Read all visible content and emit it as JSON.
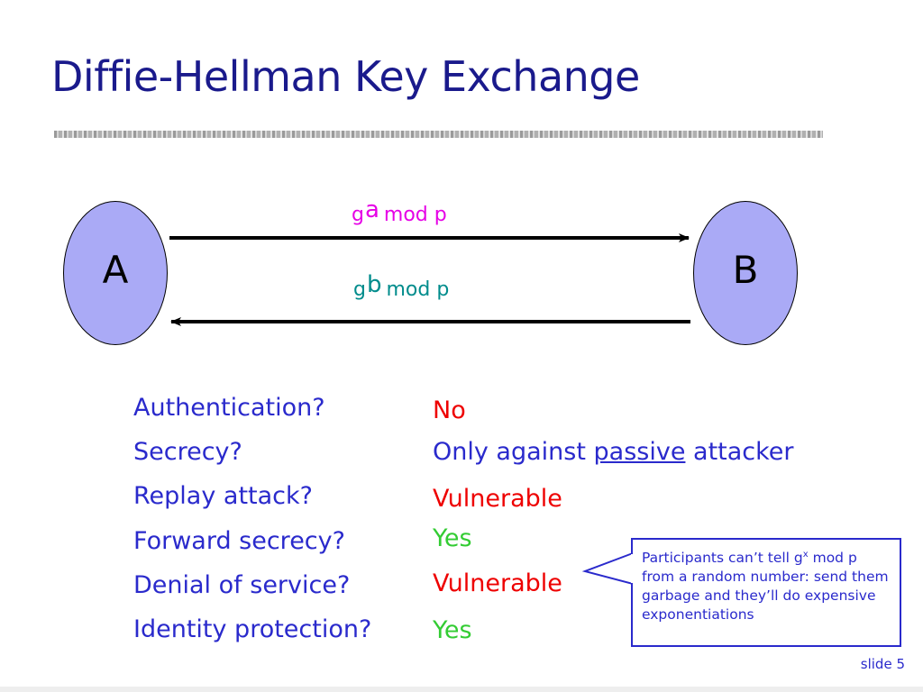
{
  "title": "Diffie-Hellman Key Exchange",
  "nodes": {
    "a": "A",
    "b": "B"
  },
  "messages": {
    "a_to_b": {
      "base": "g",
      "exp": "a",
      "rest": "mod p",
      "color": "#e600e6"
    },
    "b_to_a": {
      "base": "g",
      "exp": "b",
      "rest": "mod p",
      "color": "#008c8c"
    }
  },
  "properties": [
    {
      "question": "Authentication?",
      "answer": "No"
    },
    {
      "question": "Secrecy?",
      "answer_pre": "Only against ",
      "answer_emph": "passive",
      "answer_post": " attacker"
    },
    {
      "question": "Replay attack?",
      "answer": "Vulnerable"
    },
    {
      "question": "Forward secrecy?",
      "answer": "Yes"
    },
    {
      "question": "Denial of service?",
      "answer": "Vulnerable"
    },
    {
      "question": "Identity protection?",
      "answer": "Yes"
    }
  ],
  "callout": {
    "pre": "Participants can’t tell g",
    "exp": "x",
    "post": " mod p from a random number: send them garbage and they’ll do expensive exponentiations"
  },
  "slide_number": "slide 5",
  "colors": {
    "title": "#1a1a8c",
    "question": "#2a2acc",
    "negative": "#ee0000",
    "positive": "#33cc33",
    "node_fill": "#aaaaf6"
  }
}
